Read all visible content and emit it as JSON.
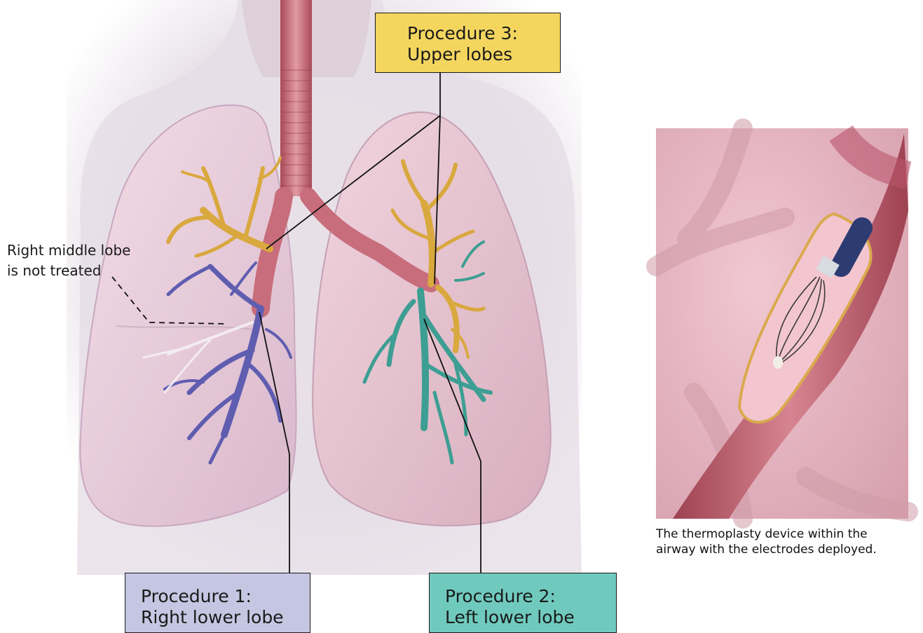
{
  "labels": {
    "procedure_3": {
      "line1": "Procedure 3:",
      "line2": "Upper lobes",
      "color": "#f4d65f"
    },
    "procedure_1": {
      "line1": "Procedure 1:",
      "line2": "Right lower lobe",
      "color": "#c5c6e1"
    },
    "procedure_2": {
      "line1": "Procedure 2:",
      "line2": "Left lower lobe",
      "color": "#6fcabd"
    }
  },
  "note": {
    "line1": "Right middle lobe",
    "line2": "is not treated"
  },
  "caption": {
    "line1": "The thermoplasty device within the",
    "line2": "airway with the electrodes deployed."
  },
  "colors": {
    "upper_lobe_airway": "#d9a83e",
    "right_lower_lobe_airway": "#5f5db0",
    "left_lower_lobe_airway": "#3d9e93",
    "lung_tissue": "#e9c9d6",
    "trachea": "#c9707c"
  }
}
